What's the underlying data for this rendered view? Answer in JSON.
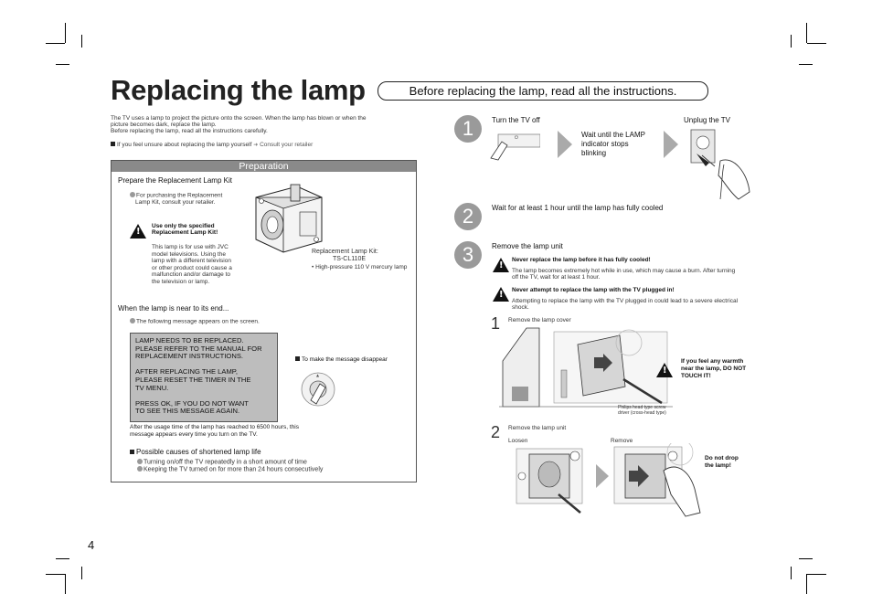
{
  "header": {
    "title": "Replacing the lamp",
    "subtitle": "Before replacing the lamp, read all the instructions."
  },
  "intro": {
    "line1": "The TV uses a lamp to project the picture onto the screen. When the lamp has blown or when the",
    "line2": "picture becomes dark, replace the lamp.",
    "line3": "Before replacing the lamp, read all the instructions carefully.",
    "unsure": "If you feel unsure about replacing the lamp yourself",
    "unsure_action": "Consult your retailer"
  },
  "preparation": {
    "heading": "Preparation",
    "kit_title": "Prepare the Replacement Lamp Kit",
    "purchase_1": "For purchasing the Replacement",
    "purchase_2": "Lamp Kit, consult your retailer.",
    "warn_title_1": "Use only the specified",
    "warn_title_2": "Replacement Lamp Kit!",
    "warn_body": [
      "This lamp is for use with JVC",
      "model televisions. Using the",
      "lamp with a different television",
      "or other product could cause a",
      "malfunction and/or damage to",
      "the television or lamp."
    ],
    "kit_label": "Replacement Lamp Kit:",
    "kit_model": "TS-CL110E",
    "kit_spec": "High-pressure 110 V mercury lamp",
    "end_title": "When the lamp is near to its end...",
    "end_note": "The following message appears on the screen.",
    "message_lines": [
      "LAMP NEEDS TO BE REPLACED.",
      "PLEASE REFER TO THE MANUAL FOR",
      "REPLACEMENT INSTRUCTIONS.",
      "",
      "AFTER REPLACING THE LAMP,",
      "PLEASE RESET THE TIMER IN THE",
      "TV MENU.",
      "",
      "PRESS OK, IF YOU DO NOT WANT",
      "TO SEE THIS MESSAGE AGAIN."
    ],
    "disappear": "To make the message disappear",
    "usage_1": "After the usage time of the lamp has reached to 6500 hours, this",
    "usage_2": "message appears every time you turn on the TV.",
    "causes_title": "Possible causes of shortened lamp life",
    "cause_1": "Turning on/off the TV repeatedly in a short amount of time",
    "cause_2": "Keeping the TV turned on for more than 24 hours consecutively"
  },
  "steps": {
    "s1": {
      "number": "1",
      "turn_off": "Turn the TV off",
      "wait_1": "Wait until the LAMP",
      "wait_2": "indicator stops",
      "wait_3": "blinking",
      "unplug": "Unplug the TV"
    },
    "s2": {
      "number": "2",
      "text": "Wait for at least 1 hour until the lamp has fully cooled"
    },
    "s3": {
      "number": "3",
      "title": "Remove the lamp unit",
      "warn1_title": "Never replace the lamp before it has fully cooled!",
      "warn1_body_1": "The lamp becomes extremely hot while in use, which may cause a burn. After turning",
      "warn1_body_2": "off the TV, wait for at least 1 hour.",
      "warn2_title": "Never attempt to replace the lamp with the TV plugged in!",
      "warn2_body_1": "Attempting to replace the lamp with the TV plugged in could lead to a severe electrical",
      "warn2_body_2": "shock.",
      "sub1_number": "1",
      "sub1_title": "Remove the lamp cover",
      "warmth_1": "If you feel any warmth",
      "warmth_2": "near the lamp, DO NOT",
      "warmth_3": "TOUCH IT!",
      "driver_1": "Philips head type screw",
      "driver_2": "driver (cross-head type)",
      "sub2_number": "2",
      "sub2_title": "Remove the lamp unit",
      "loosen": "Loosen",
      "remove": "Remove",
      "no_drop_1": "Do not drop",
      "no_drop_2": "the lamp!"
    }
  },
  "page_number": "4"
}
